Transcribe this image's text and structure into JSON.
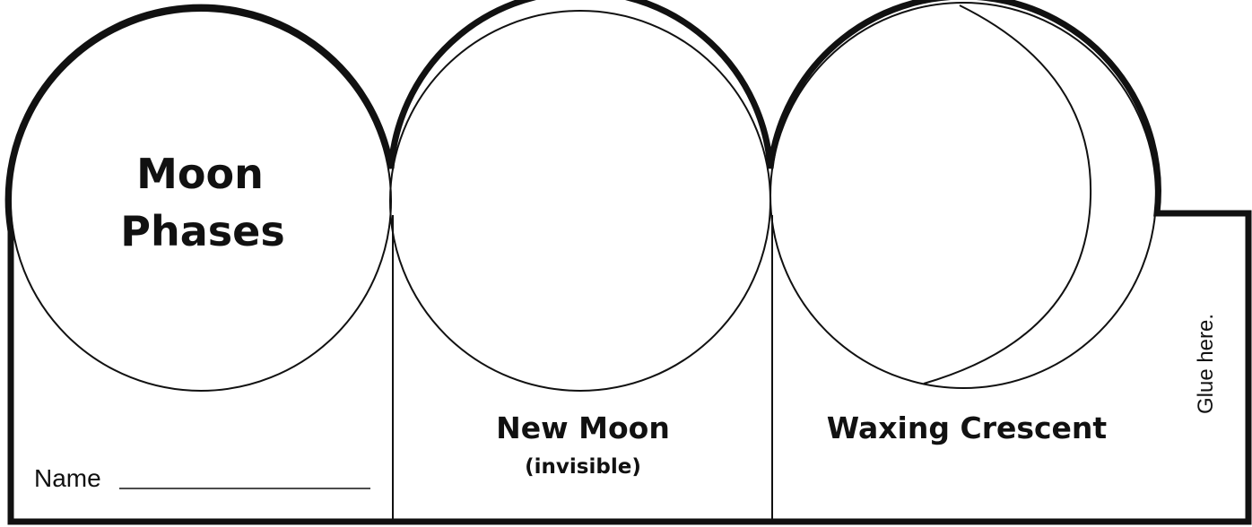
{
  "title": {
    "line1": "Moon",
    "line2": "Phases"
  },
  "name_field": {
    "label": "Name"
  },
  "panels": [
    {
      "label": "New Moon",
      "sublabel": "(invisible)"
    },
    {
      "label": "Waxing Crescent",
      "sublabel": ""
    }
  ],
  "glue_tab": {
    "label": "Glue here."
  },
  "colors": {
    "ink": "#111111",
    "paper": "#ffffff"
  }
}
